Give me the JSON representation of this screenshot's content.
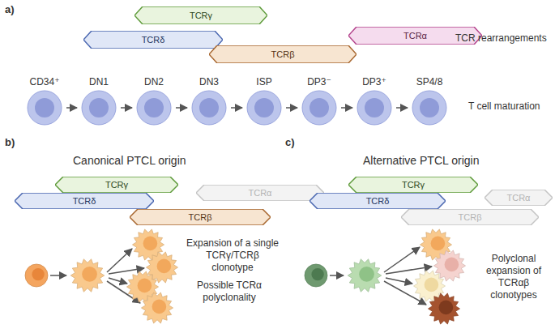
{
  "diagram": {
    "nodes": [
      {
        "text": [
          "TCRγ"
        ]
      },
      {
        "text": [
          "TCRδ"
        ]
      },
      {
        "text": [
          "TCRα"
        ]
      },
      {
        "text": [
          "TCRβ"
        ]
      },
      {
        "text": [
          "CD34⁺"
        ]
      },
      {
        "text": [
          "DN1"
        ]
      },
      {
        "text": [
          "DN2"
        ]
      },
      {
        "text": [
          "DN3"
        ]
      },
      {
        "text": [
          "ISP"
        ]
      },
      {
        "text": [
          "DP3⁻"
        ]
      },
      {
        "text": [
          "DP3⁺"
        ]
      },
      {
        "text": [
          "SP4/8"
        ]
      },
      {
        "text": [
          "TCRγ"
        ]
      },
      {
        "text": [
          "TCRδ"
        ]
      },
      {
        "text": [
          "TCRα"
        ]
      },
      {
        "text": [
          "TCRβ"
        ]
      },
      {
        "text": [
          "TCRγ"
        ]
      },
      {
        "text": [
          "TCRδ"
        ]
      },
      {
        "text": [
          "TCRα"
        ]
      },
      {
        "text": [
          "TCRβ"
        ]
      }
    ],
    "edges": [
      {
        "from": 4,
        "to": 5,
        "arrow": "to"
      },
      {
        "from": 5,
        "to": 6,
        "arrow": "to"
      },
      {
        "from": 6,
        "to": 7,
        "arrow": "to"
      },
      {
        "from": 7,
        "to": 8,
        "arrow": "to"
      },
      {
        "from": 8,
        "to": 9,
        "arrow": "to"
      },
      {
        "from": 9,
        "to": 10,
        "arrow": "to"
      },
      {
        "from": 10,
        "to": 11,
        "arrow": "to"
      }
    ],
    "labels": [
      "a)",
      "TCR rearrangements",
      "T cell maturation",
      "b)",
      "Canonical PTCL origin",
      "Expansion of a single TCRγ/TCRβ clonotype",
      "Possible TCRα polyclonality",
      "c)",
      "Alternative PTCL origin",
      "Polyclonal expansion of TCRαβ clonotypes"
    ]
  }
}
